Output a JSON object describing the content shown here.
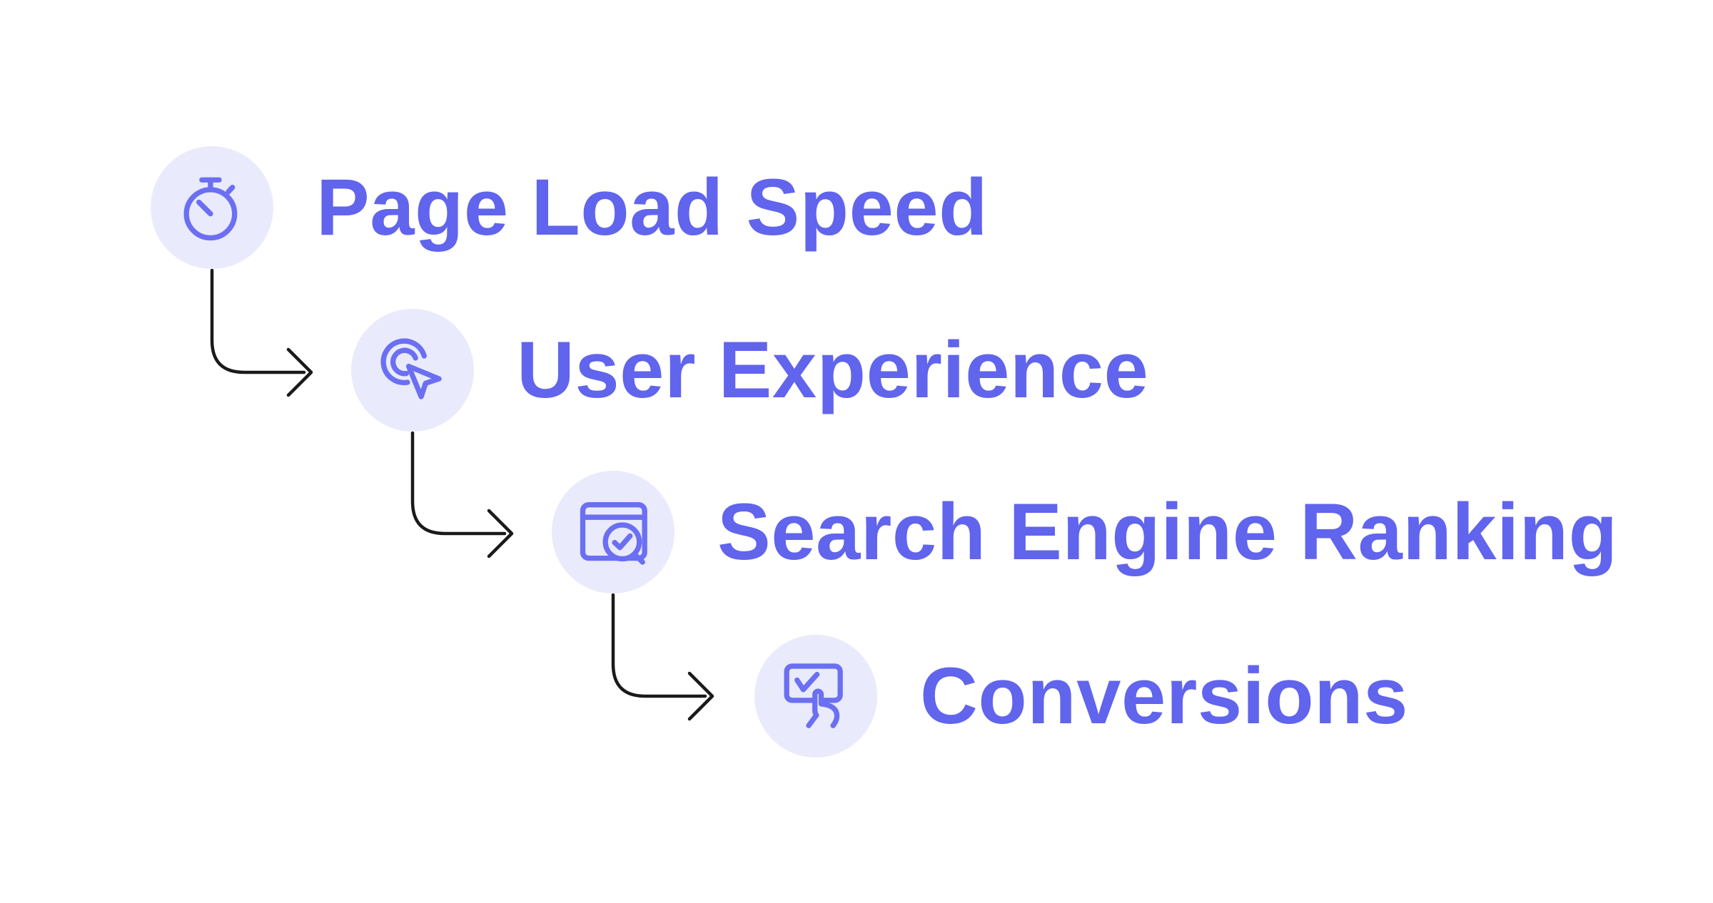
{
  "diagram": {
    "type": "cascade-flow",
    "background_color": "#ffffff",
    "label_color": "#6164ec",
    "icon_stroke_color": "#6b6ff2",
    "icon_bubble_color": "#e9eafb",
    "arrow_color": "#1a1a1a",
    "steps": [
      {
        "label": "Page Load Speed",
        "icon": "stopwatch-icon"
      },
      {
        "label": "User Experience",
        "icon": "cursor-click-icon"
      },
      {
        "label": "Search Engine Ranking",
        "icon": "browser-search-check-icon"
      },
      {
        "label": "Conversions",
        "icon": "tap-check-icon"
      }
    ],
    "connections": [
      {
        "from": "Page Load Speed",
        "to": "User Experience"
      },
      {
        "from": "User Experience",
        "to": "Search Engine Ranking"
      },
      {
        "from": "Search Engine Ranking",
        "to": "Conversions"
      }
    ]
  }
}
